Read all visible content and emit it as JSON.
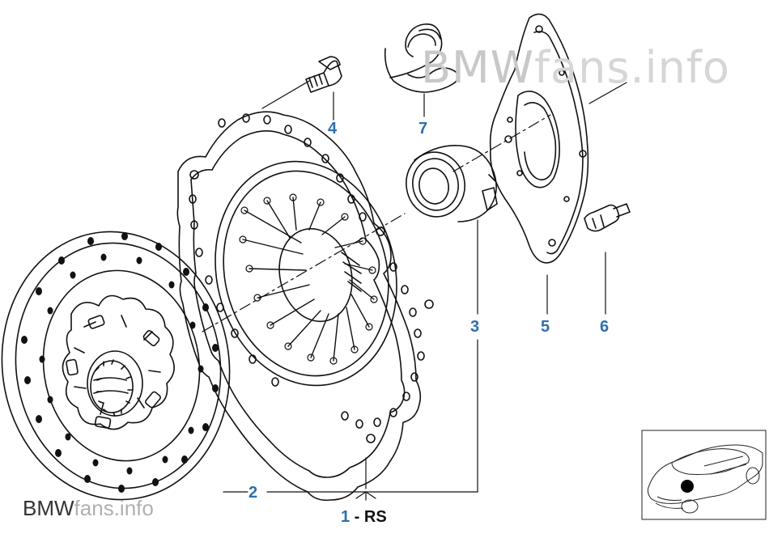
{
  "watermark_top": {
    "prefix": "BMW",
    "suffix": "fans.info"
  },
  "watermark_bottom": {
    "prefix": "BMW",
    "suffix": "fans.info"
  },
  "callouts": {
    "c1": {
      "label": "1",
      "suffix": " - RS"
    },
    "c2": {
      "label": "2"
    },
    "c3": {
      "label": "3"
    },
    "c4": {
      "label": "4"
    },
    "c5": {
      "label": "5"
    },
    "c6": {
      "label": "6"
    },
    "c7": {
      "label": "7"
    }
  },
  "colors": {
    "callout": "#2e6fad",
    "line": "#111111"
  }
}
